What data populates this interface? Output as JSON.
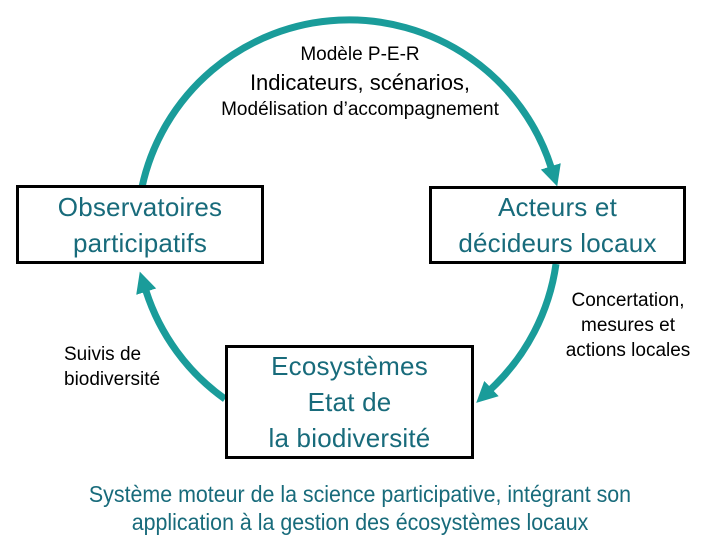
{
  "colors": {
    "background": "#ffffff",
    "arrow": "#1a9c9a",
    "node_text": "#186b7b",
    "node_border": "#000000",
    "edge_label_text": "#000000",
    "caption_text": "#186b7b"
  },
  "nodes": {
    "observatoires": {
      "lines": [
        "Observatoires",
        "participatifs"
      ]
    },
    "acteurs": {
      "lines": [
        "Acteurs et",
        "décideurs locaux"
      ]
    },
    "ecosystemes": {
      "lines": [
        "Ecosystèmes",
        "Etat de",
        "la biodiversité"
      ]
    }
  },
  "edge_labels": {
    "top": {
      "lines": [
        "Modèle P-E-R",
        "Indicateurs, scénarios,",
        "Modélisation d’accompagnement"
      ]
    },
    "right": {
      "lines": [
        "Concertation,",
        "mesures et",
        "actions locales"
      ]
    },
    "left": {
      "lines": [
        "Suivis de",
        "biodiversité"
      ]
    }
  },
  "caption": {
    "lines": [
      "Système moteur de la science participative, intégrant son",
      "application à la gestion des écosystèmes locaux"
    ]
  }
}
